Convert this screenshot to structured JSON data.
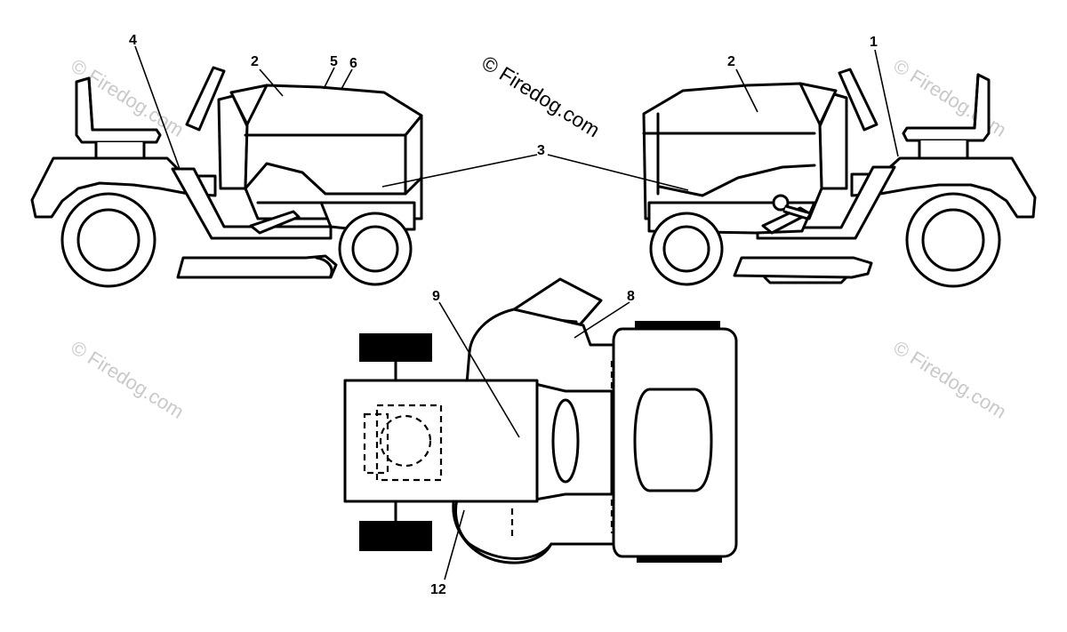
{
  "watermark": {
    "main": "© Firedog.com",
    "faded": "© Firedog.com"
  },
  "callouts": {
    "c1": "1",
    "c2_left": "2",
    "c2_right": "2",
    "c3": "3",
    "c4": "4",
    "c5": "5",
    "c6": "6",
    "c8": "8",
    "c9": "9",
    "c12": "12"
  }
}
